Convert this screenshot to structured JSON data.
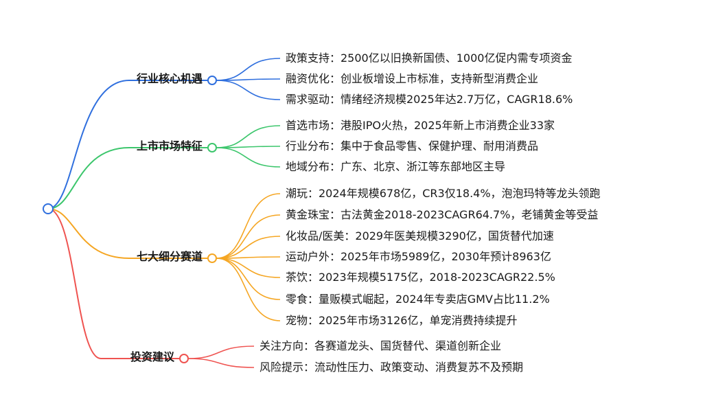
{
  "mindmap": {
    "root_color": "#2f6fde",
    "branches": [
      {
        "label": "行业核心机遇",
        "color": "#2f6fde",
        "children": [
          "政策支持：2500亿以旧换新国债、1000亿促内需专项资金",
          "融资优化：创业板增设上市标准，支持新型消费企业",
          "需求驱动：情绪经济规模2025年达2.7万亿，CAGR18.6%"
        ]
      },
      {
        "label": "上市市场特征",
        "color": "#3cc66c",
        "children": [
          "首选市场：港股IPO火热，2025年新上市消费企业33家",
          "行业分布：集中于食品零售、保健护理、耐用消费品",
          "地域分布：广东、北京、浙江等东部地区主导"
        ]
      },
      {
        "label": "七大细分赛道",
        "color": "#f5a623",
        "children": [
          "潮玩：2024年规模678亿，CR3仅18.4%，泡泡玛特等龙头领跑",
          "黄金珠宝：古法黄金2018-2023CAGR64.7%，老铺黄金等受益",
          "化妆品/医美：2029年医美规模3290亿，国货替代加速",
          "运动户外：2025年市场5989亿，2030年预计8963亿",
          "茶饮：2023年规模5175亿，2018-2023CAGR22.5%",
          "零食：量贩模式崛起，2024年专卖店GMV占比11.2%",
          "宠物：2025年市场3126亿，单宠消费持续提升"
        ]
      },
      {
        "label": "投资建议",
        "color": "#ef5350",
        "children": [
          "关注方向：各赛道龙头、国货替代、渠道创新企业",
          "风险提示：流动性压力、政策变动、消费复苏不及预期"
        ]
      }
    ]
  }
}
